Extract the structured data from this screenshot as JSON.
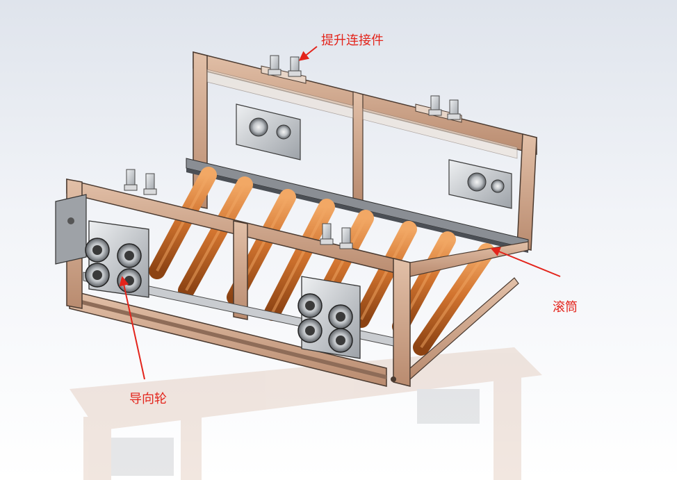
{
  "labels": {
    "lift_connector": "提升连接件",
    "roller": "滚筒",
    "guide_wheel": "导向轮"
  },
  "colors": {
    "frame": "#cfa78e",
    "frame_edge": "#4a3a30",
    "roller": "#c9692c",
    "roller_highlight": "#f2a865",
    "steel": "#cfd2d6",
    "annotation": "#e3241b"
  },
  "icons": [
    "bolt-icon",
    "guide-wheel-icon",
    "roller-icon",
    "arrow-icon"
  ]
}
